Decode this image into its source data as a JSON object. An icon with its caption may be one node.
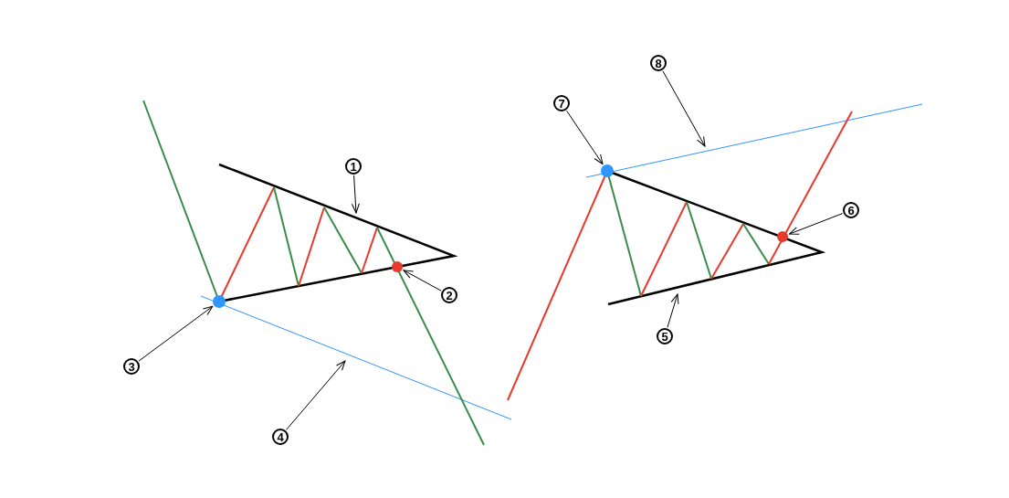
{
  "diagram": {
    "nodes": [
      {
        "text": [
          "1"
        ]
      },
      {
        "text": [
          "2"
        ]
      },
      {
        "text": [
          "3"
        ]
      },
      {
        "text": [
          "4"
        ]
      },
      {
        "text": [
          "5"
        ]
      },
      {
        "text": [
          "6"
        ]
      },
      {
        "text": [
          "7"
        ]
      },
      {
        "text": [
          "8"
        ]
      },
      {
        "text": [],
        "shape": "circle"
      },
      {
        "text": [],
        "shape": "circle"
      },
      {
        "text": [],
        "shape": "circle"
      },
      {
        "text": [],
        "shape": "circle"
      }
    ],
    "edges": [
      {
        "from": 0,
        "to": null,
        "arrow": "to"
      },
      {
        "from": 1,
        "to": 9,
        "arrow": "to"
      },
      {
        "from": 2,
        "to": 8,
        "arrow": "to"
      },
      {
        "from": 3,
        "to": null,
        "arrow": "to"
      },
      {
        "from": 4,
        "to": null,
        "arrow": "to"
      },
      {
        "from": 5,
        "to": 10,
        "arrow": "to"
      },
      {
        "from": 6,
        "to": 11,
        "arrow": "to"
      },
      {
        "from": 7,
        "to": null,
        "arrow": "to"
      }
    ]
  }
}
